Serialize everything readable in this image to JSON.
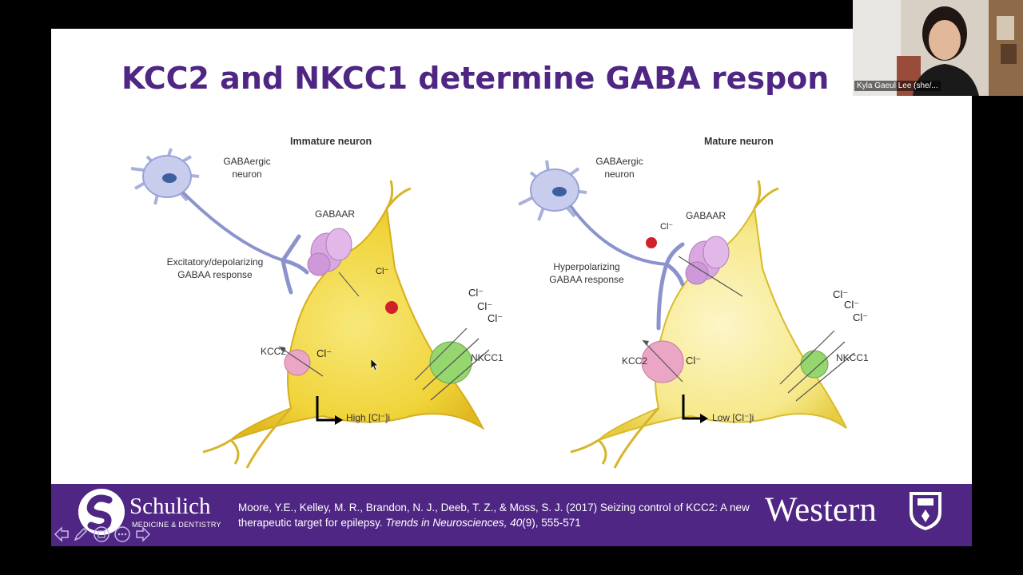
{
  "slide": {
    "title": "KCC2 and NKCC1 determine GABA respon",
    "left_panel": {
      "title": "Immature neuron",
      "gaba_neuron": "GABAergic neuron",
      "receptor": "GABAAR",
      "response": "Excitatory/depolarizing GABAA response",
      "kcc2": "KCC2",
      "nkcc1": "NKCC1",
      "chloride": "Cl⁻",
      "concentration": "High [Cl⁻]i"
    },
    "right_panel": {
      "title": "Mature neuron",
      "gaba_neuron": "GABAergic neuron",
      "receptor": "GABAAR",
      "response": "Hyperpolarizing GABAA response",
      "kcc2": "KCC2",
      "nkcc1": "NKCC1",
      "chloride": "Cl⁻",
      "concentration": "Low [Cl⁻]i"
    }
  },
  "footer": {
    "schulich_name": "Schulich",
    "schulich_sub": "MEDICINE & DENTISTRY",
    "citation_main": "Moore, Y.E., Kelley, M. R., Brandon, N. J., Deeb, T. Z., & Moss, S. J. (2017) Seizing control of KCC2: A new therapeutic target for epilepsy. ",
    "citation_journal": "Trends in Neurosciences",
    "citation_volume": ", 40",
    "citation_pages": "(9), 555-571",
    "western_name": "Western"
  },
  "video": {
    "participant_name": "Kyla Gaeul Lee (she/..."
  },
  "colors": {
    "brand_purple": "#4f2683",
    "cell_yellow": "#f3d840",
    "kcc2_pink": "#e8a0c0",
    "nkcc1_green": "#8fd06a",
    "receptor_purple": "#d9a8e0",
    "ion_red": "#d0202a"
  },
  "icons": {
    "nav": [
      "back-arrow-icon",
      "pen-icon",
      "slides-grid-icon",
      "more-options-icon",
      "forward-arrow-icon"
    ]
  }
}
